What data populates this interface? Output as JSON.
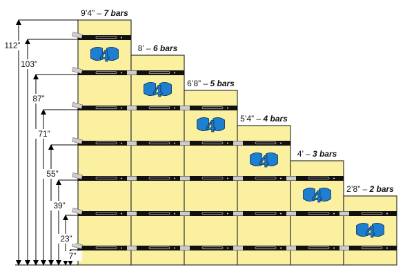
{
  "title": "Stacked bar wall heights",
  "columns": [
    {
      "height": "9’4”",
      "bars": "7 bars",
      "bar_count": 7
    },
    {
      "height": "8’",
      "bars": "6 bars",
      "bar_count": 6
    },
    {
      "height": "6’8”",
      "bars": "5 bars",
      "bar_count": 5
    },
    {
      "height": "5’4”",
      "bars": "4 bars",
      "bar_count": 4
    },
    {
      "height": "4’",
      "bars": "3 bars",
      "bar_count": 3
    },
    {
      "height": "2’8”",
      "bars": "2 bars",
      "bar_count": 2
    }
  ],
  "dimensions": [
    "112”",
    "103”",
    "87”",
    "71”",
    "55”",
    "39”",
    "23”",
    "7”"
  ],
  "separator": " – ",
  "colors": {
    "panel": "#faf0a0",
    "bar": "#111111",
    "logo": "#1e7fd0",
    "line": "#333333"
  }
}
